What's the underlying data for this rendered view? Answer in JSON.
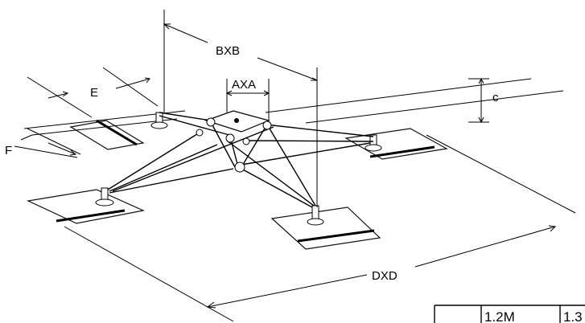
{
  "dimensions": {
    "a": "AXA",
    "b": "BXB",
    "c": "c",
    "d": "DXD",
    "e": "E",
    "f": "F"
  },
  "table": {
    "col1": "1.2M",
    "col2": "1.3"
  }
}
